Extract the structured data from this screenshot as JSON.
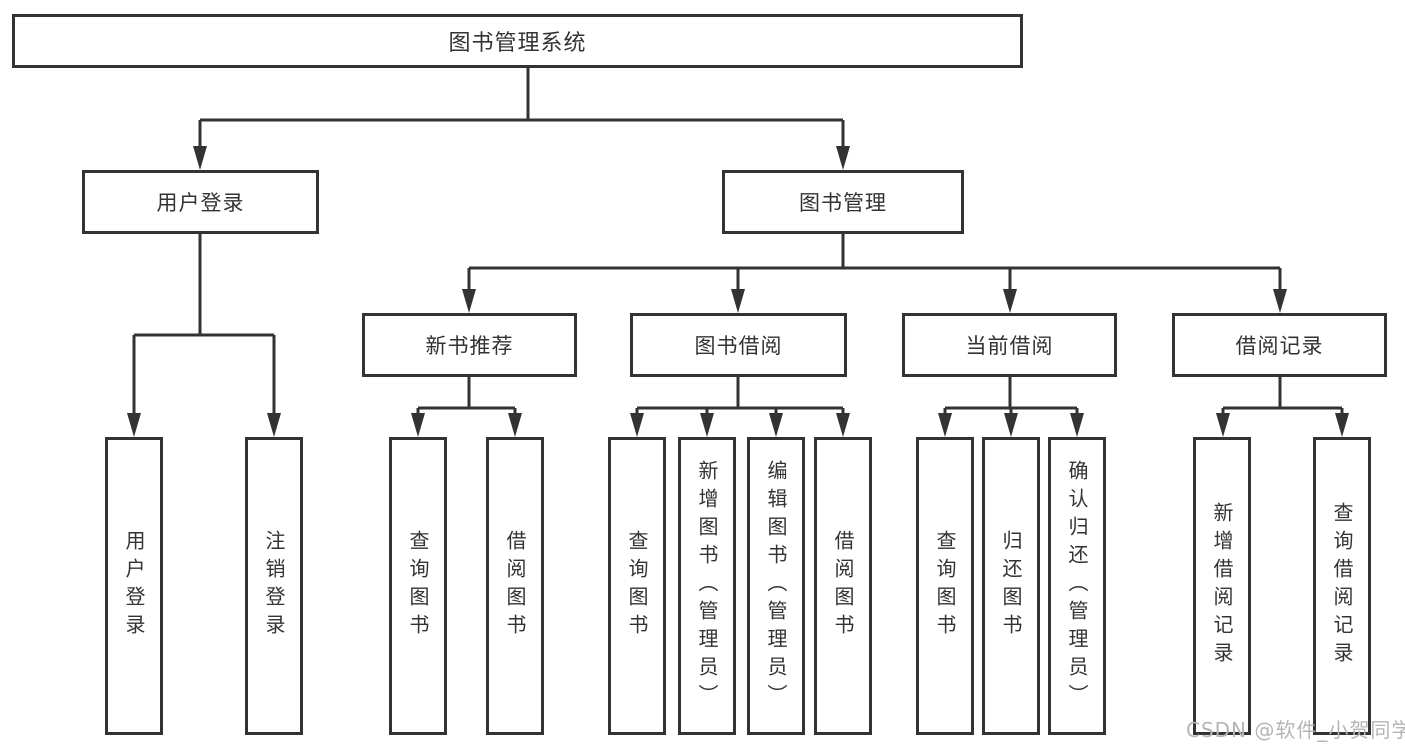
{
  "tree": {
    "label": "图书管理系统",
    "children": [
      {
        "label": "用户登录",
        "children": [
          {
            "label": "用户登录"
          },
          {
            "label": "注销登录"
          }
        ]
      },
      {
        "label": "图书管理",
        "children": [
          {
            "label": "新书推荐",
            "children": [
              {
                "label": "查询图书"
              },
              {
                "label": "借阅图书"
              }
            ]
          },
          {
            "label": "图书借阅",
            "children": [
              {
                "label": "查询图书"
              },
              {
                "label": "新增图书（管理员）"
              },
              {
                "label": "编辑图书（管理员）"
              },
              {
                "label": "借阅图书"
              }
            ]
          },
          {
            "label": "当前借阅",
            "children": [
              {
                "label": "查询图书"
              },
              {
                "label": "归还图书"
              },
              {
                "label": "确认归还（管理员）"
              }
            ]
          },
          {
            "label": "借阅记录",
            "children": [
              {
                "label": "新增借阅记录"
              },
              {
                "label": "查询借阅记录"
              }
            ]
          }
        ]
      }
    ]
  },
  "watermark": {
    "text": "CSDN @软件_小贺同学"
  },
  "colors": {
    "line": "#333333",
    "text": "#333333",
    "box_background": "#ffffff",
    "watermark": "#b5b5b5",
    "background": "#ffffff"
  }
}
